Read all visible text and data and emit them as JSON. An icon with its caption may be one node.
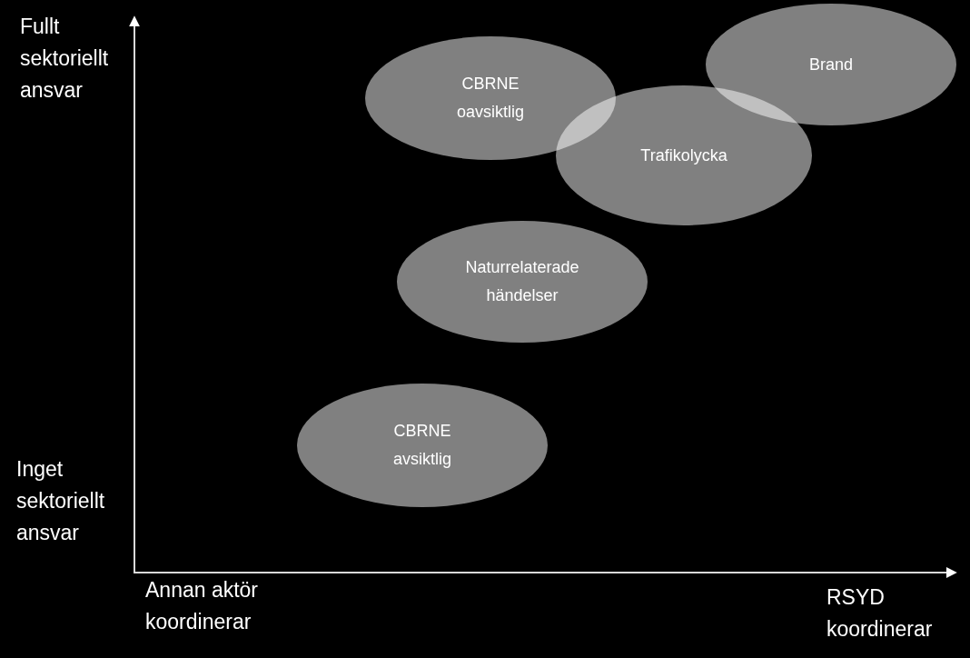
{
  "diagram": {
    "nodes": [
      {
        "text": [
          "CBRNE oavsiktlig"
        ]
      },
      {
        "text": [
          "Brand"
        ]
      },
      {
        "text": [
          "Trafikolycka"
        ]
      },
      {
        "text": [
          "Naturrelaterade händelser"
        ]
      },
      {
        "text": [
          "CBRNE avsiktlig"
        ]
      }
    ],
    "labels": [
      "Fullt sektoriellt ansvar",
      "Inget sektoriellt ansvar",
      "Annan aktör koordinerar",
      "RSYD koordinerar"
    ]
  }
}
